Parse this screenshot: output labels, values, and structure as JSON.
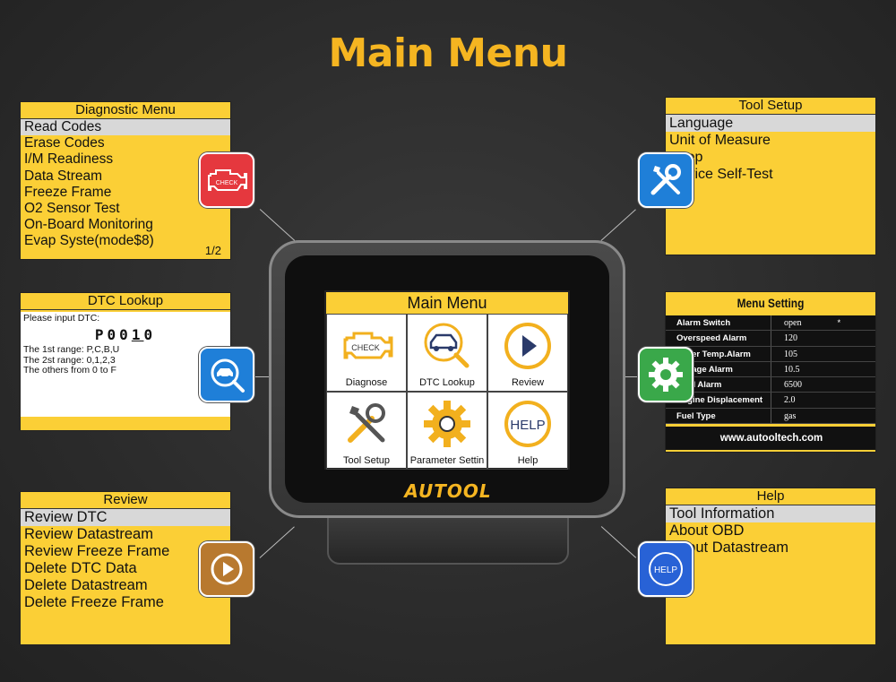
{
  "headline": "Main Menu",
  "diagnostic_menu": {
    "title": "Diagnostic Menu",
    "items": [
      "Read Codes",
      "Erase Codes",
      "I/M Readiness",
      "Data Stream",
      "Freeze Frame",
      "O2 Sensor Test",
      "On-Board Monitoring",
      "Evap Syste(mode$8)"
    ],
    "selected_index": 0,
    "page": "1/2"
  },
  "dtc_lookup": {
    "title": "DTC Lookup",
    "prompt": "Please input DTC:",
    "code_chars": [
      "P",
      "0",
      "0",
      "1",
      "0"
    ],
    "cursor_index": 3,
    "range_1": "The 1st range: P,C,B,U",
    "range_2": "The 2st range: 0,1,2,3",
    "range_3": "The others from 0 to F"
  },
  "review": {
    "title": "Review",
    "items": [
      "Review DTC",
      "Review Datastream",
      "Review Freeze Frame",
      "Delete DTC Data",
      "Delete Datastream",
      "Delete Freeze Frame"
    ],
    "selected_index": 0
  },
  "tool_setup": {
    "title": "Tool Setup",
    "items": [
      "Language",
      "Unit of Measure",
      "Beep",
      "Device Self-Test"
    ],
    "selected_index": 0
  },
  "menu_setting": {
    "title": "Menu Setting",
    "rows": [
      {
        "key": "Alarm Switch",
        "value": "open",
        "mark": "*"
      },
      {
        "key": "Overspeed Alarm",
        "value": "120",
        "mark": ""
      },
      {
        "key": "Water Temp.Alarm",
        "value": "105",
        "mark": ""
      },
      {
        "key": "Voltage Alarm",
        "value": "10.5",
        "mark": ""
      },
      {
        "key": "RPM Alarm",
        "value": "6500",
        "mark": ""
      },
      {
        "key": "Engine Displacement",
        "value": "2.0",
        "mark": ""
      },
      {
        "key": "Fuel Type",
        "value": "gas",
        "mark": ""
      }
    ],
    "footer": "www.autooltech.com"
  },
  "help": {
    "title": "Help",
    "items": [
      "Tool Information",
      "About OBD",
      "About Datastream"
    ],
    "selected_index": 0
  },
  "badges": {
    "check_label": "CHECK",
    "help_label": "HELP"
  },
  "device": {
    "brand": "AUTOOL",
    "screen_title": "Main Menu",
    "tiles": [
      {
        "label": "Diagnose",
        "icon": "check-engine-icon"
      },
      {
        "label": "DTC Lookup",
        "icon": "car-search-icon"
      },
      {
        "label": "Review",
        "icon": "play-icon"
      },
      {
        "label": "Tool Setup",
        "icon": "wrench-screwdriver-icon"
      },
      {
        "label": "Parameter Settin",
        "icon": "gear-icon"
      },
      {
        "label": "Help",
        "icon": "help-icon"
      }
    ],
    "check_label": "CHECK",
    "help_label": "HELP"
  },
  "colors": {
    "accent": "#f5b521",
    "panel": "#fbcf36",
    "badge_red": "#e5383e",
    "badge_blue": "#1f7fd8",
    "badge_green": "#3aa84a",
    "badge_brown": "#b8792f",
    "badge_help": "#2862d6"
  }
}
